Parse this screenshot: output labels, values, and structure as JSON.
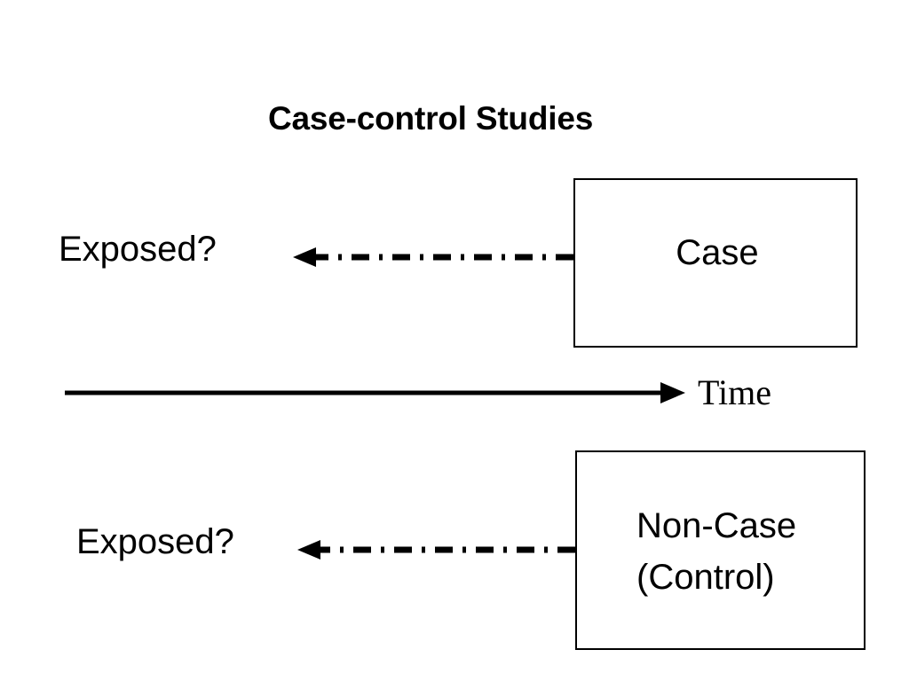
{
  "slide": {
    "title": "Case-control Studies",
    "background_color": "#ffffff",
    "ink_color": "#000000"
  },
  "diagram": {
    "type": "case-control study schematic",
    "time_axis": {
      "label": "Time",
      "direction": "left-to-right",
      "arrow": "solid-arrow-right-icon"
    },
    "rows": [
      {
        "id": "case-row",
        "question_label": "Exposed?",
        "arrow": {
          "icon": "dash-dot-arrow-left-icon",
          "style": "dash-dot",
          "direction": "right-to-left",
          "from": "Case",
          "to": "Exposed?"
        },
        "box_label": "Case"
      },
      {
        "id": "control-row",
        "question_label": "Exposed?",
        "arrow": {
          "icon": "dash-dot-arrow-left-icon",
          "style": "dash-dot",
          "direction": "right-to-left",
          "from": "Non-Case (Control)",
          "to": "Exposed?"
        },
        "box_label": "Non-Case\n(Control)"
      }
    ]
  }
}
